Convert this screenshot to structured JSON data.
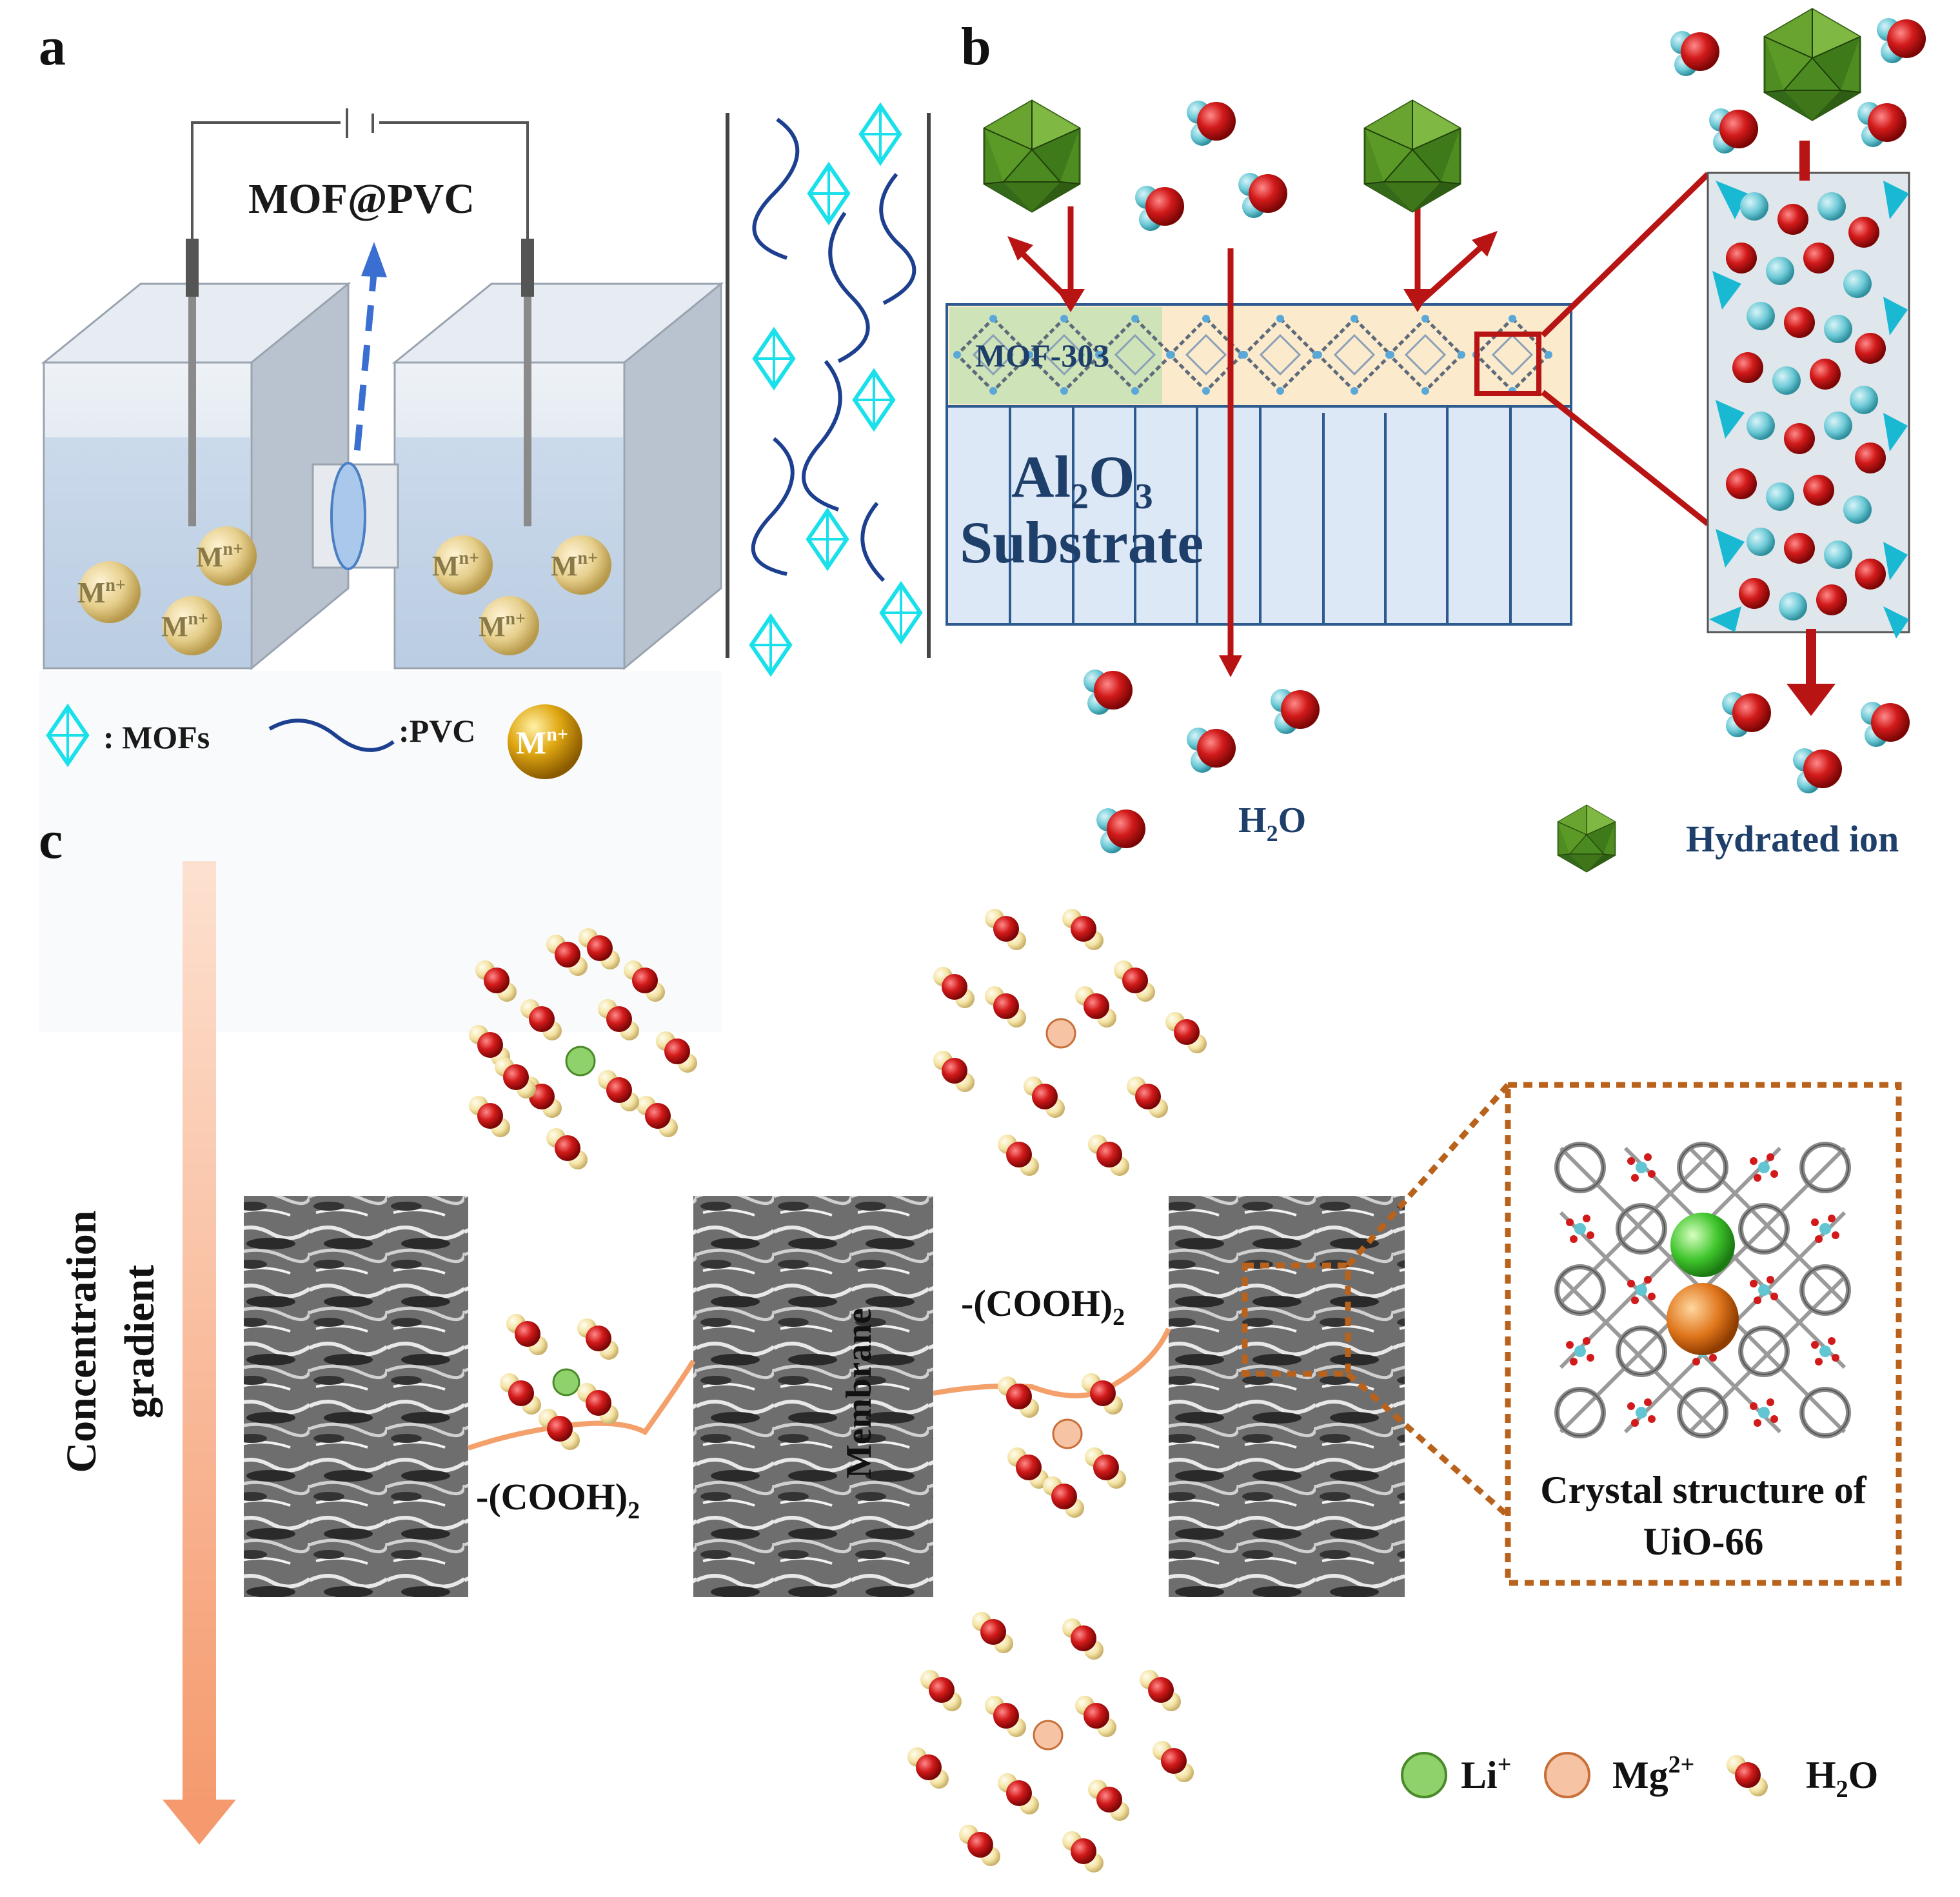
{
  "panels": {
    "a": {
      "label": "a",
      "title": "MOF@PVC",
      "ion": "M",
      "ion_charge": "n+",
      "legend": {
        "mofs": ":  MOFs",
        "pvc": ":PVC",
        "ion": "M",
        "ion_charge": "n+"
      }
    },
    "b": {
      "label": "b",
      "layer_label": "MOF-303",
      "substrate_line1": "Al",
      "substrate_sub1": "2",
      "substrate_mid": "O",
      "substrate_sub2": "3",
      "substrate_line2": "Substrate",
      "water": "H",
      "water_sub": "2",
      "water_end": "O",
      "hydrated_ion": "Hydrated ion"
    },
    "c": {
      "label": "c",
      "gradient_line1": "Concentration",
      "gradient_line2": "gradient",
      "cooh_1": "-(COOH)",
      "cooh_2": "-(COOH)",
      "cooh_sub": "2",
      "membrane": "Membrane",
      "crystal_line1": "Crystal structure of",
      "crystal_line2": "UiO-66",
      "legend": {
        "li": "Li",
        "li_charge": "+",
        "mg": "Mg",
        "mg_charge": "2+",
        "water": "H",
        "water_sub": "2",
        "water_end": "O"
      }
    }
  },
  "colors": {
    "mof_cyan": "#19e0ea",
    "pvc_navy": "#1d3f8f",
    "arrow_red": "#b81414",
    "oxygen_red": "#d21a1a",
    "hydrogen_cyan": "#6cc9d6",
    "hydrogen_yellow": "#f4e3a3",
    "li_green": "#8fd16a",
    "mg_peach": "#f6c4a4",
    "gradient_orange": "#f8a67a",
    "dotted_brown": "#b8621b",
    "hydrated_green": "#5a9a2c",
    "substrate_blue": "#dce8f5",
    "mof_layer_cream": "#fbeacb"
  }
}
